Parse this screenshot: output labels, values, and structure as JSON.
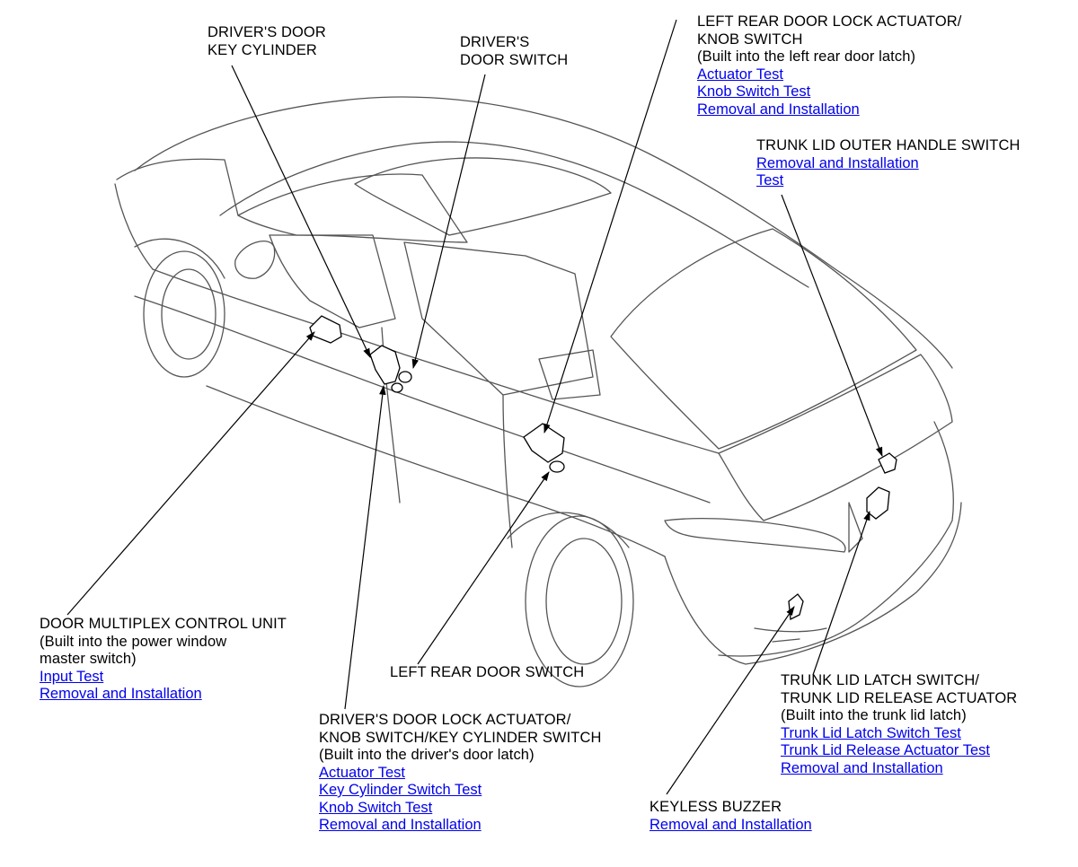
{
  "colors": {
    "line": "#000000",
    "link": "#0000ee",
    "car_outline": "#555555"
  },
  "callouts": {
    "drivers_door_key_cylinder": {
      "title": [
        "DRIVER'S DOOR",
        "KEY CYLINDER"
      ]
    },
    "drivers_door_switch": {
      "title": [
        "DRIVER'S",
        "DOOR SWITCH"
      ]
    },
    "left_rear_door_lock": {
      "title": [
        "LEFT REAR DOOR LOCK ACTUATOR/",
        "KNOB SWITCH"
      ],
      "note": "(Built into the left rear door latch)",
      "links": [
        "Actuator Test",
        "Knob Switch Test",
        "Removal and Installation"
      ]
    },
    "trunk_lid_outer_handle": {
      "title": [
        "TRUNK LID OUTER HANDLE SWITCH"
      ],
      "links": [
        "Removal and Installation",
        "Test"
      ]
    },
    "door_multiplex": {
      "title": [
        "DOOR MULTIPLEX CONTROL UNIT"
      ],
      "note": [
        "(Built into the power window",
        "master switch)"
      ],
      "links": [
        "Input Test",
        "Removal and Installation"
      ]
    },
    "left_rear_door_switch": {
      "title": [
        "LEFT REAR DOOR SWITCH"
      ]
    },
    "drivers_door_lock": {
      "title": [
        "DRIVER'S DOOR LOCK ACTUATOR/",
        "KNOB SWITCH/KEY CYLINDER SWITCH"
      ],
      "note": "(Built into the driver's door latch)",
      "links": [
        "Actuator Test",
        "Key Cylinder Switch Test",
        "Knob Switch Test",
        "Removal and Installation"
      ]
    },
    "trunk_lid_latch": {
      "title": [
        "TRUNK LID LATCH SWITCH/",
        "TRUNK LID RELEASE ACTUATOR"
      ],
      "note": "(Built into the trunk lid latch)",
      "links": [
        "Trunk Lid Latch Switch Test",
        "Trunk Lid Release Actuator Test",
        "Removal and Installation"
      ]
    },
    "keyless_buzzer": {
      "title": [
        "KEYLESS BUZZER"
      ],
      "links": [
        "Removal and Installation"
      ]
    }
  }
}
